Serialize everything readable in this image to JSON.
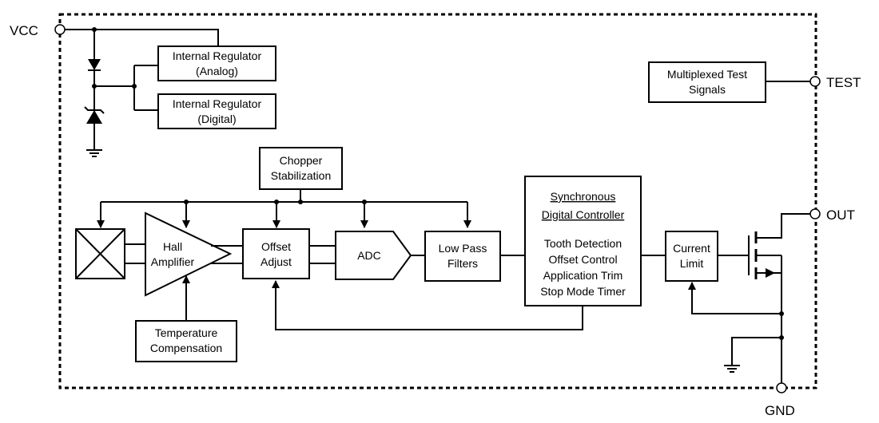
{
  "pins": {
    "vcc": "VCC",
    "test": "TEST",
    "out": "OUT",
    "gnd": "GND"
  },
  "blocks": {
    "reg_analog": [
      "Internal Regulator",
      "(Analog)"
    ],
    "reg_digital": [
      "Internal Regulator",
      "(Digital)"
    ],
    "mux_test": [
      "Multiplexed Test",
      "Signals"
    ],
    "chopper": [
      "Chopper",
      "Stabilization"
    ],
    "hall_amp": [
      "Hall",
      "Amplifier"
    ],
    "offset_adjust": [
      "Offset",
      "Adjust"
    ],
    "adc": "ADC",
    "low_pass": [
      "Low Pass",
      "Filters"
    ],
    "sync_controller": {
      "title": [
        "Synchronous",
        "Digital Controller"
      ],
      "functions": [
        "Tooth Detection",
        "Offset Control",
        "Application Trim",
        "Stop Mode Timer"
      ]
    },
    "current_limit": [
      "Current",
      "Limit"
    ],
    "temp_comp": [
      "Temperature",
      "Compensation"
    ]
  }
}
